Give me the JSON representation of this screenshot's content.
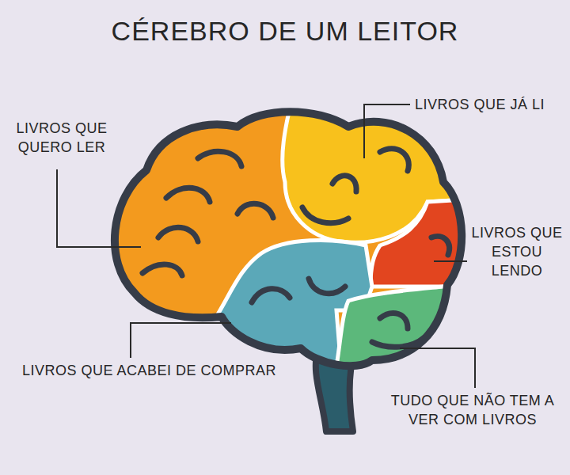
{
  "diagram": {
    "title": "CÉREBRO DE UM LEITOR",
    "labels": [
      "LIVROS QUE QUERO LER",
      "LIVROS QUE JÁ LI",
      "LIVROS QUE ESTOU LENDO",
      "LIVROS QUE ACABEI DE COMPRAR",
      "TUDO QUE NÃO TEM A VER COM LIVROS"
    ]
  }
}
